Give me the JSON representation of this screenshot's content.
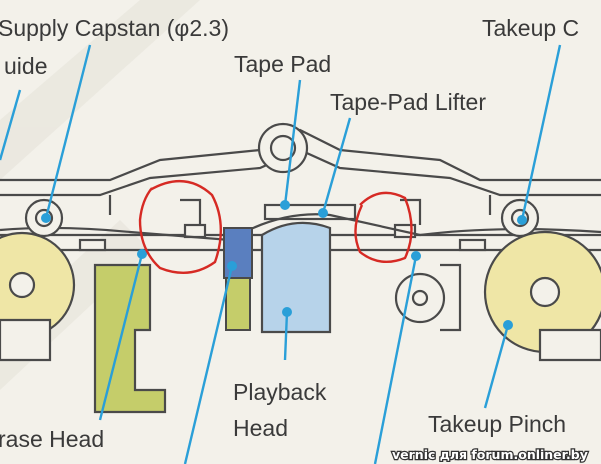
{
  "labels": {
    "supply_capstan": "Supply Capstan (φ2.3)",
    "guide": "uide",
    "takeup_capstan": "Takeup C",
    "tape_pad": "Tape Pad",
    "tape_pad_lifter": "Tape-Pad Lifter",
    "erase_head": "rase Head",
    "playback_head": [
      "Playback",
      "Head"
    ],
    "takeup_pinch": "Takeup Pinch"
  },
  "watermark": "vernic для forum.onliner.by",
  "colors": {
    "leader": "#2a9fd8",
    "erase_head": "#c5cd6a",
    "playback_head": "#b7d3ea",
    "pinch_roller": "#efe6a6",
    "highlight": "#d62a24"
  }
}
